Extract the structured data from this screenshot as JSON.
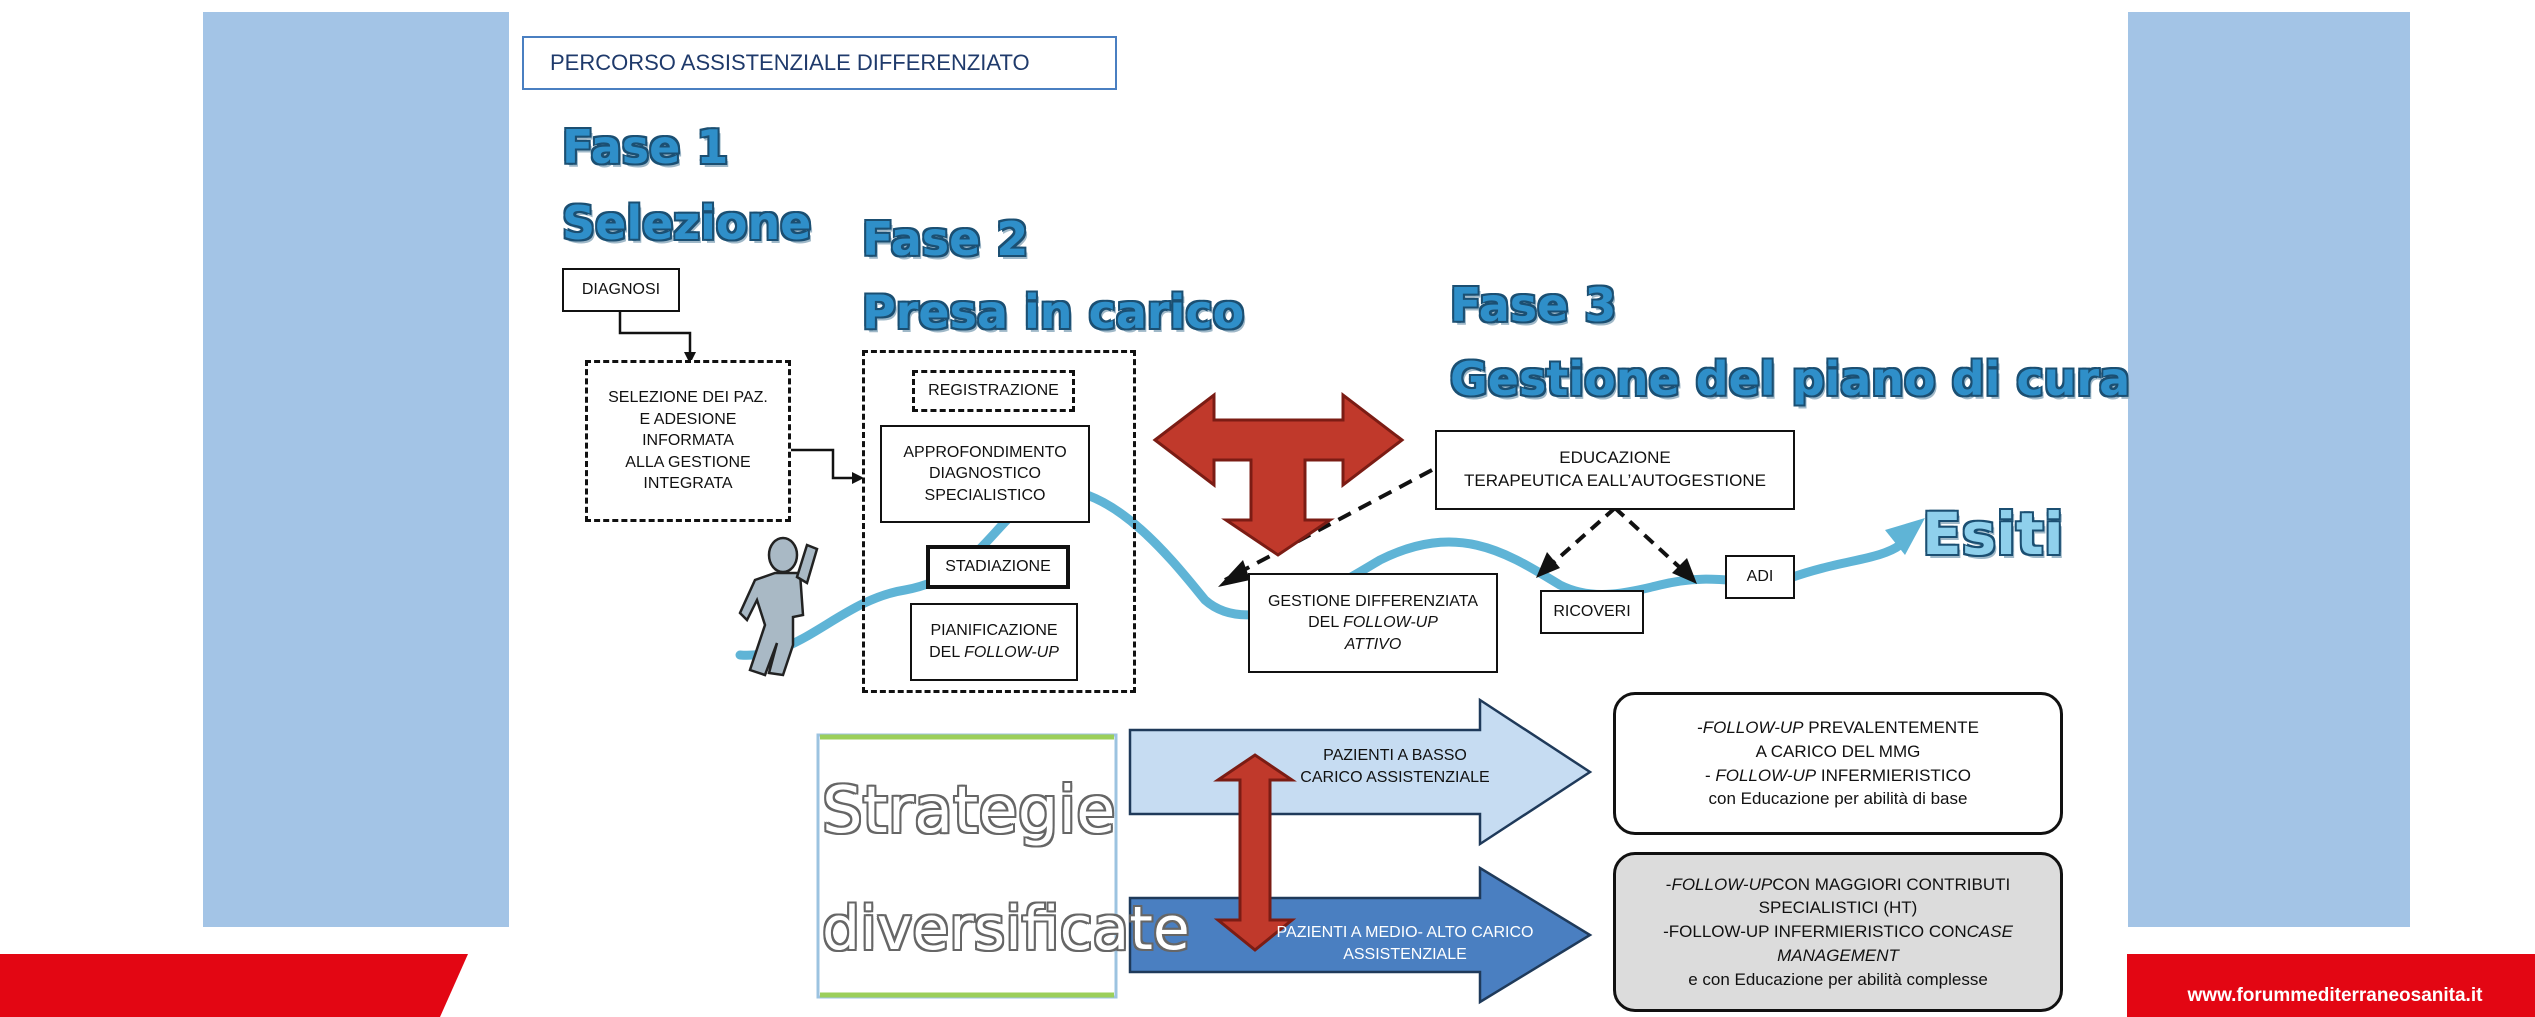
{
  "slide": {
    "header": "PERCORSO ASSISTENZIALE DIFFERENZIATO",
    "footer_url": "www.forummediterraneosanita.it"
  },
  "phases": {
    "fase1_line1": "Fase 1",
    "fase1_line2": "Selezione",
    "fase2_line1": "Fase 2",
    "fase2_line2": "Presa in carico",
    "fase3_line1": "Fase 3",
    "fase3_line2": "Gestione del piano di cura",
    "esiti": "Esiti"
  },
  "boxes": {
    "diagnosi": "DIAGNOSI",
    "selezione": [
      "SELEZIONE DEI PAZ.",
      "E ADESIONE",
      "INFORMATA",
      "ALLA GESTIONE",
      "INTEGRATA"
    ],
    "registrazione": "REGISTRAZIONE",
    "approfondimento": [
      "APPROFONDIMENTO",
      "DIAGNOSTICO",
      "SPECIALISTICO"
    ],
    "stadiazione": "STADIAZIONE",
    "pianificazione": {
      "line1": "PIANIFICAZIONE",
      "line2_prefix": "DEL ",
      "line2_italic": "FOLLOW-UP"
    },
    "educazione": [
      "EDUCAZIONE",
      "TERAPEUTICA EALL’AUTOGESTIONE"
    ],
    "gestione": {
      "line1": "GESTIONE DIFFERENZIATA",
      "line2_prefix": "DEL",
      "line2_italic": "FOLLOW-UP",
      "line3_italic": "ATTIVO"
    },
    "ricoveri": "RICOVERI",
    "adi": "ADI"
  },
  "strategies": {
    "title_line1": "Strategie",
    "title_line2": "diversificate",
    "basso_arrow": [
      "PAZIENTI A BASSO",
      "CARICO ASSISTENZIALE"
    ],
    "medio_arrow": [
      "PAZIENTI A MEDIO- ALTO CARICO",
      "ASSISTENZIALE"
    ],
    "basso_box": {
      "l1_prefix": "-",
      "l1_italic": "FOLLOW-UP",
      "l1_rest": " PREVALENTEMENTE",
      "l2": "A CARICO DEL MMG",
      "l3_prefix": "- ",
      "l3_italic": "FOLLOW-UP",
      "l3_rest": " INFERMIERISTICO",
      "l4": "con Educazione per abilità di base"
    },
    "medio_box": {
      "l1_prefix": "-",
      "l1_italic": "FOLLOW-UP",
      "l1_rest": "CON MAGGIORI CONTRIBUTI",
      "l2": "SPECIALISTICI (HT)",
      "l3_prefix": "-FOLLOW-UP INFERMIERISTICO CON",
      "l3_italic": "CASE",
      "l4_italic": "MANAGEMENT",
      "l5": "e con Educazione per abilità complesse"
    }
  },
  "colors": {
    "panel_blue": "#a3c4e6",
    "footer_red": "#e30613",
    "phase_blue": "#2f8fc9",
    "path_teal": "#5fb4d6",
    "arrow_red": "#c0392b",
    "light_blue_arrow": "#c6dcf2",
    "dark_blue_arrow": "#4a7fc1"
  }
}
